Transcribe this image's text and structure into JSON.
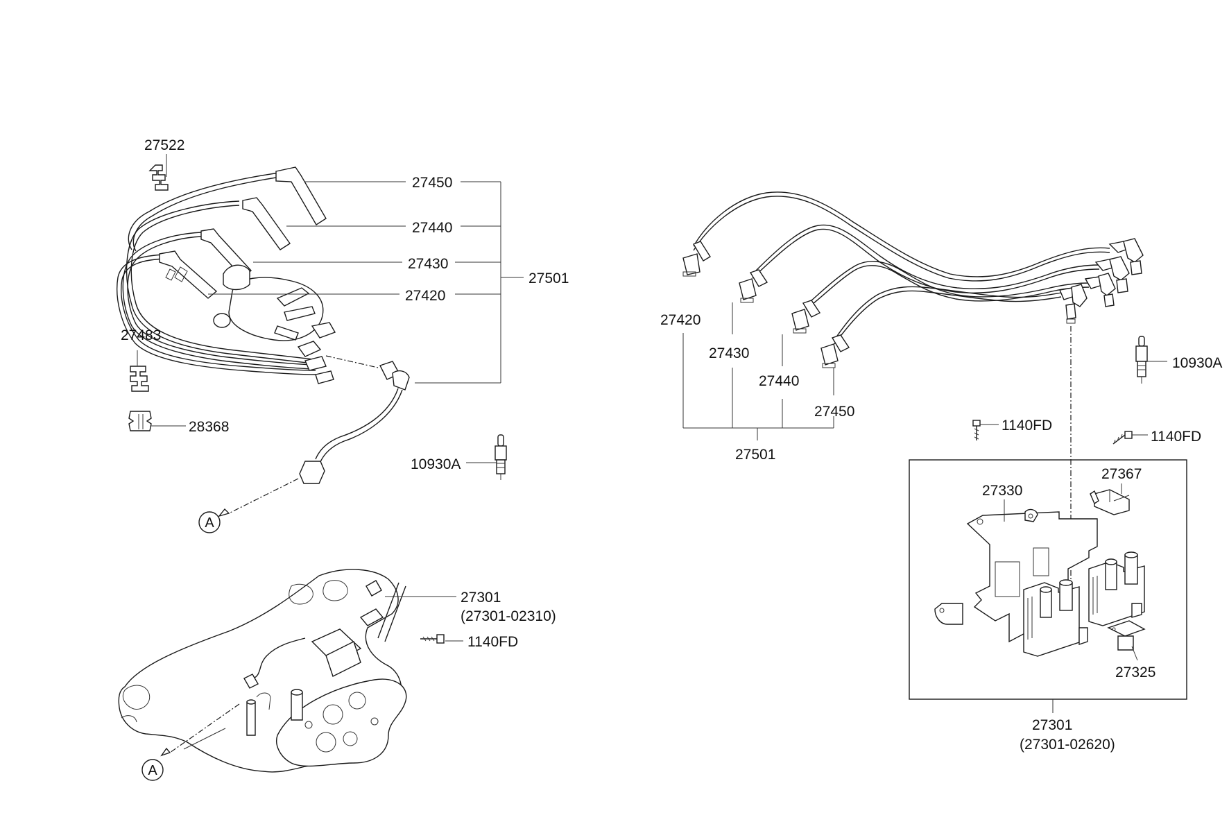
{
  "diagram": {
    "callouts": {
      "c27522": "27522",
      "c27450_l": "27450",
      "c27440_l": "27440",
      "c27430_l": "27430",
      "c27420_l": "27420",
      "c27501_l": "27501",
      "c27483": "27483",
      "c28368": "28368",
      "c10930A_l": "10930A",
      "c27301_l": "27301",
      "c27301_l_sub": "(27301-02310)",
      "c1140FD_l": "1140FD",
      "c27420_r": "27420",
      "c27430_r": "27430",
      "c27440_r": "27440",
      "c27450_r": "27450",
      "c27501_r": "27501",
      "c10930A_r": "10930A",
      "c1140FD_r1": "1140FD",
      "c1140FD_r2": "1140FD",
      "c27367": "27367",
      "c27330": "27330",
      "c27325": "27325",
      "c27301_r": "27301",
      "c27301_r_sub": "(27301-02620)"
    },
    "view_markers": {
      "a_top": "A",
      "a_bottom": "A"
    }
  }
}
